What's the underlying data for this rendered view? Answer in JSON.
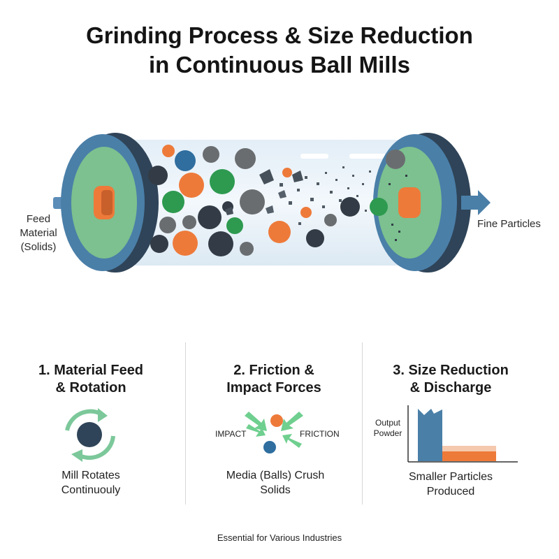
{
  "title": {
    "line1": "Grinding Process & Size Reduction",
    "line2": "in Continuous Ball Mills"
  },
  "mill": {
    "feed_label": [
      "Feed",
      "Material",
      "(Solids)"
    ],
    "output_label": "Fine Particles"
  },
  "panels": [
    {
      "title_lines": [
        "1. Material Feed",
        "& Rotation"
      ],
      "caption_lines": [
        "Mill Rotates",
        "Continuouly"
      ]
    },
    {
      "title_lines": [
        "2. Friction &",
        "Impact Forces"
      ],
      "caption_lines": [
        "Media (Balls) Crush",
        "Solids"
      ],
      "impact_label": "IMPACT",
      "friction_label": "FRICTION"
    },
    {
      "title_lines": [
        "3. Size Reduction",
        "& Discharge"
      ],
      "caption_lines": [
        "Smaller Particles",
        "Produced"
      ],
      "axis_label_lines": [
        "Output",
        "Powder"
      ]
    }
  ],
  "footer": "Essential for Various Industries",
  "colors": {
    "shell": "#4a7fa8",
    "end_plate": "#2f4458",
    "green_fill": "#7cc18f",
    "orange": "#ee7a3a",
    "green_ball": "#2d9a50",
    "blue_ball": "#2f6e9f",
    "dark_ball": "#333c46",
    "grey_ball": "#6a6d70",
    "rotation_arrow": "#7cc89a",
    "force_arrow": "#6fcf8f"
  }
}
